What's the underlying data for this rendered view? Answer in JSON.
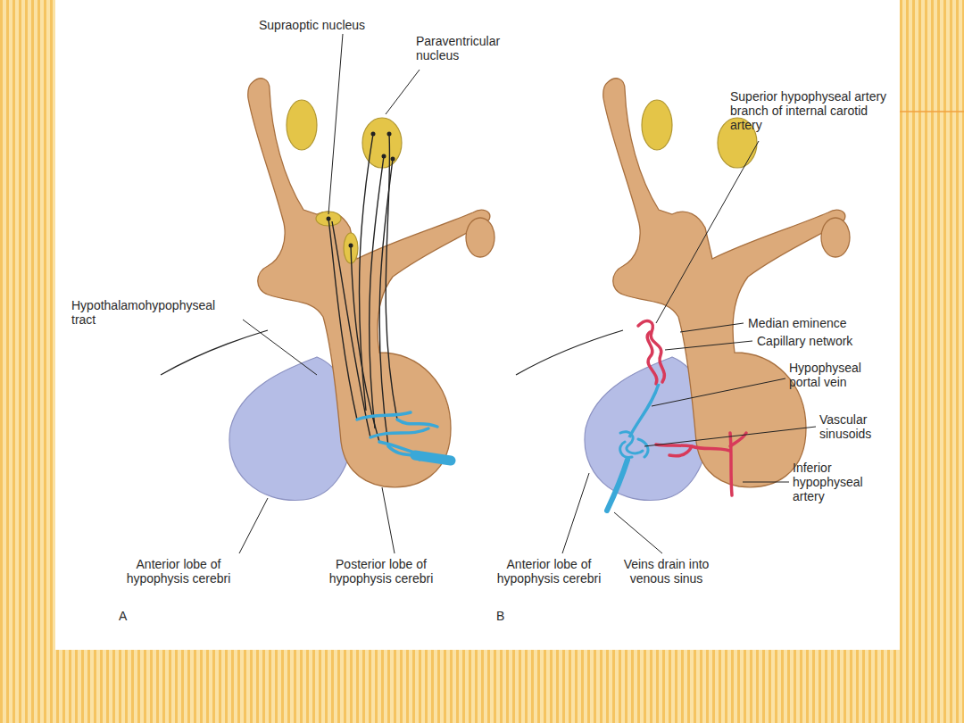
{
  "diagram": {
    "labels": [
      "Supraoptic nucleus",
      "Paraventricular nucleus",
      "Hypothalamohypophyseal tract",
      "Anterior lobe of hypophysis cerebri",
      "Posterior lobe of hypophysis cerebri",
      "A",
      "Superior hypophyseal artery branch of internal carotid artery",
      "Median eminence",
      "Capillary network",
      "Hypophyseal portal vein",
      "Vascular sinusoids",
      "Inferior hypophyseal artery",
      "Anterior lobe of hypophysis cerebri",
      "Veins drain into venous sinus",
      "B"
    ]
  }
}
